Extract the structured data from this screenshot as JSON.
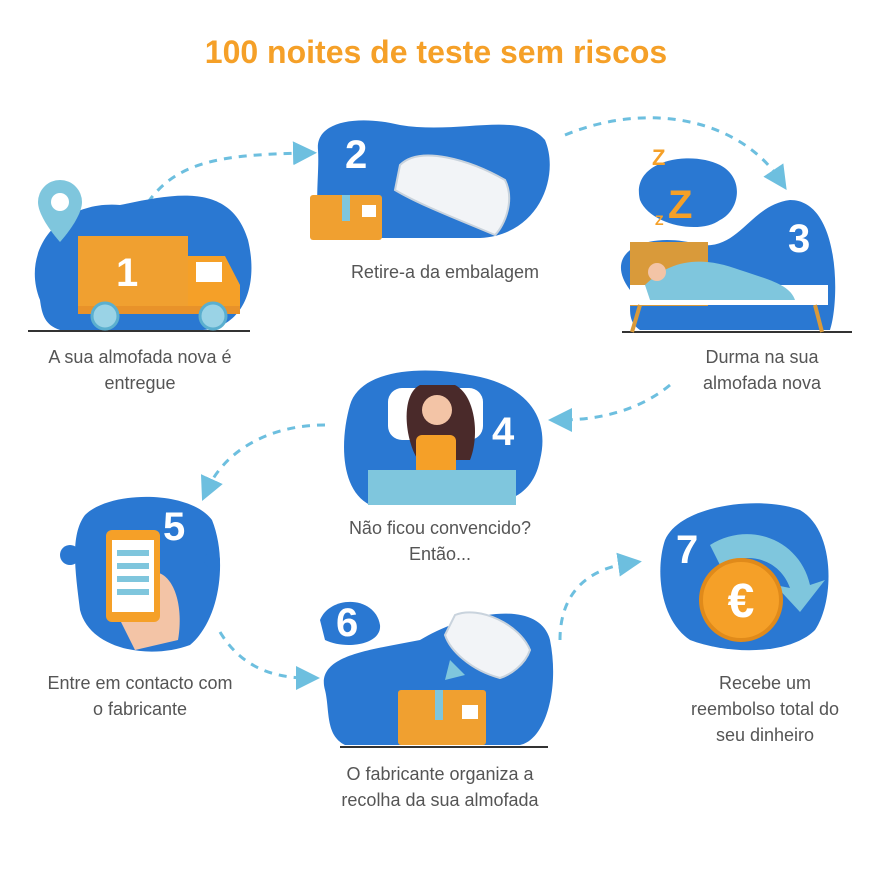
{
  "title": "100 noites de teste sem riscos",
  "colors": {
    "accent": "#F5A028",
    "blob": "#2A78D2",
    "arrow": "#6DBFDF",
    "text": "#555555"
  },
  "steps": [
    {
      "number": "1",
      "line1": "A sua almofada nova é",
      "line2": "entregue",
      "icon": "delivery-truck-icon"
    },
    {
      "number": "2",
      "line1": "Retire-a da embalagem",
      "line2": "",
      "icon": "unboxed-pillow-icon"
    },
    {
      "number": "3",
      "line1": "Durma na sua",
      "line2": "almofada nova",
      "icon": "sleeping-in-bed-icon"
    },
    {
      "number": "4",
      "line1": "Não ficou convencido?",
      "line2": "Então...",
      "icon": "unhappy-woman-icon"
    },
    {
      "number": "5",
      "line1": "Entre em contacto com",
      "line2": "o fabricante",
      "icon": "phone-in-hand-icon"
    },
    {
      "number": "6",
      "line1": "O fabricante organiza a",
      "line2": "recolha da sua almofada",
      "icon": "pillow-into-box-icon"
    },
    {
      "number": "7",
      "line1": "Recebe um",
      "line2": "reembolso total do",
      "line3": "seu dinheiro",
      "icon": "euro-refund-icon"
    }
  ],
  "sleep_letters": "Z",
  "currency_symbol": "€"
}
